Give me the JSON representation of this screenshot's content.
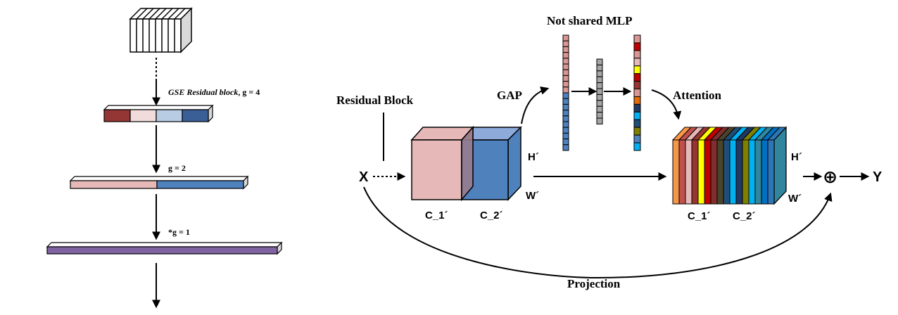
{
  "left": {
    "stage1_label_italic": "GSE Residual block",
    "stage1_label_rest": ", g = 4",
    "stage2_label": "g = 2",
    "stage3_label": "*g = 1",
    "colors": {
      "g4": [
        "#943634",
        "#f2dcdb",
        "#b8cce4",
        "#3a5f97"
      ],
      "g2": [
        "#e6b8b7",
        "#4f81bd"
      ],
      "g1": "#8064a2"
    }
  },
  "right": {
    "residual_block_label": "Residual Block",
    "x_label": "X",
    "y_label": "Y",
    "gap_label": "GAP",
    "mlp_label": "Not shared MLP",
    "attention_label": "Attention",
    "projection_label": "Projection",
    "h_label": "H´",
    "w_label": "W´",
    "c1_label": "C_1´",
    "c2_label": "C_2´",
    "plus_symbol": "⊕",
    "colors": {
      "c1_face": "#e6b8b7",
      "c2_face": "#4f81bd",
      "mlp_in_top": "#da9694",
      "mlp_in_bottom": "#4f81bd",
      "mlp_hidden": "#a6a6a6",
      "mlp_out": [
        "#da9694",
        "#c00000",
        "#da9694",
        "#e6b8b7",
        "#ffff00",
        "#c00000",
        "#963634",
        "#da9694",
        "#e26b0a",
        "#1f3864",
        "#00b0f0",
        "#1f4e79",
        "#808000",
        "#4f81bd",
        "#00b0f0"
      ],
      "out_stripes": [
        "#f79646",
        "#c0504d",
        "#e6b8b7",
        "#963634",
        "#ffff00",
        "#c00000",
        "#7f2f2f",
        "#4a452a",
        "#1f4e79",
        "#00b0f0",
        "#1f3864",
        "#808000",
        "#00b0f0",
        "#31859c",
        "#0070c0",
        "#2e75b6"
      ],
      "out_right_face": "#31859c"
    }
  }
}
